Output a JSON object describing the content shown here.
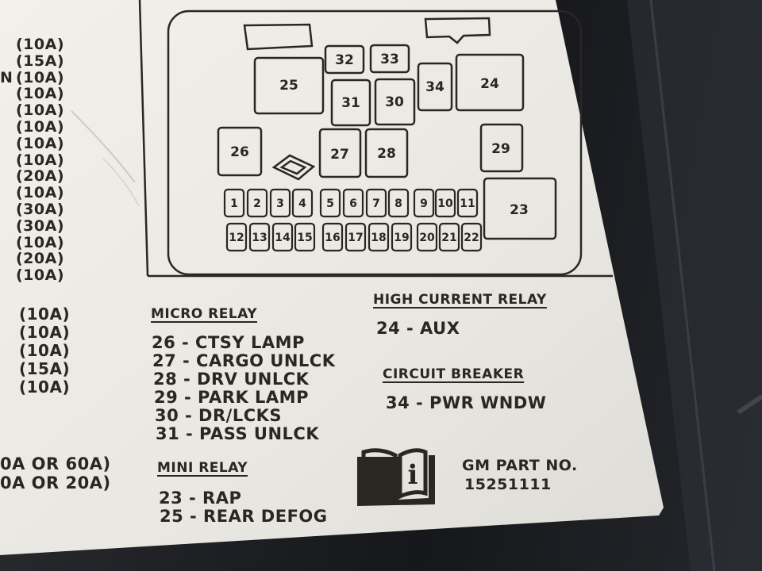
{
  "left_column": {
    "amps_top": [
      "(10A)",
      "(15A)",
      "(10A)",
      "(10A)",
      "(10A)",
      "(10A)",
      "(10A)",
      "(10A)",
      "(20A)",
      "(10A)",
      "(30A)",
      "(30A)",
      "(10A)",
      "(20A)",
      "(10A)"
    ],
    "partial_prefix": "N",
    "amps_bottom": [
      "(10A)",
      "(10A)",
      "(10A)",
      "(15A)",
      "(10A)"
    ],
    "big_fuse_1": "0A OR 60A)",
    "big_fuse_2": "0A OR 20A)"
  },
  "diagram": {
    "fuses_row1": [
      "1",
      "2",
      "3",
      "4",
      "5",
      "6",
      "7",
      "8",
      "9",
      "10",
      "11"
    ],
    "fuses_row2": [
      "12",
      "13",
      "14",
      "15",
      "16",
      "17",
      "18",
      "19",
      "20",
      "21",
      "22"
    ],
    "relays": {
      "r23": "23",
      "r24": "24",
      "r25": "25",
      "r26": "26",
      "r27": "27",
      "r28": "28",
      "r29": "29",
      "r30": "30",
      "r31": "31",
      "r32": "32",
      "r33": "33",
      "r34": "34"
    }
  },
  "micro_relay": {
    "heading": "MICRO RELAY",
    "items": [
      "26 - CTSY LAMP",
      "27 - CARGO UNLCK",
      "28 - DRV UNLCK",
      "29 - PARK LAMP",
      "30 - DR/LCKS",
      "31 - PASS UNLCK"
    ]
  },
  "mini_relay": {
    "heading": "MINI RELAY",
    "items": [
      "23 - RAP",
      "25 - REAR DEFOG"
    ]
  },
  "high_current_relay": {
    "heading": "HIGH CURRENT RELAY",
    "items": [
      "24 - AUX"
    ]
  },
  "circuit_breaker": {
    "heading": "CIRCUIT BREAKER",
    "items": [
      "34 - PWR WNDW"
    ]
  },
  "part": {
    "label": "GM PART NO.",
    "number": "15251111"
  },
  "info_icon": {
    "glyph": "i"
  }
}
